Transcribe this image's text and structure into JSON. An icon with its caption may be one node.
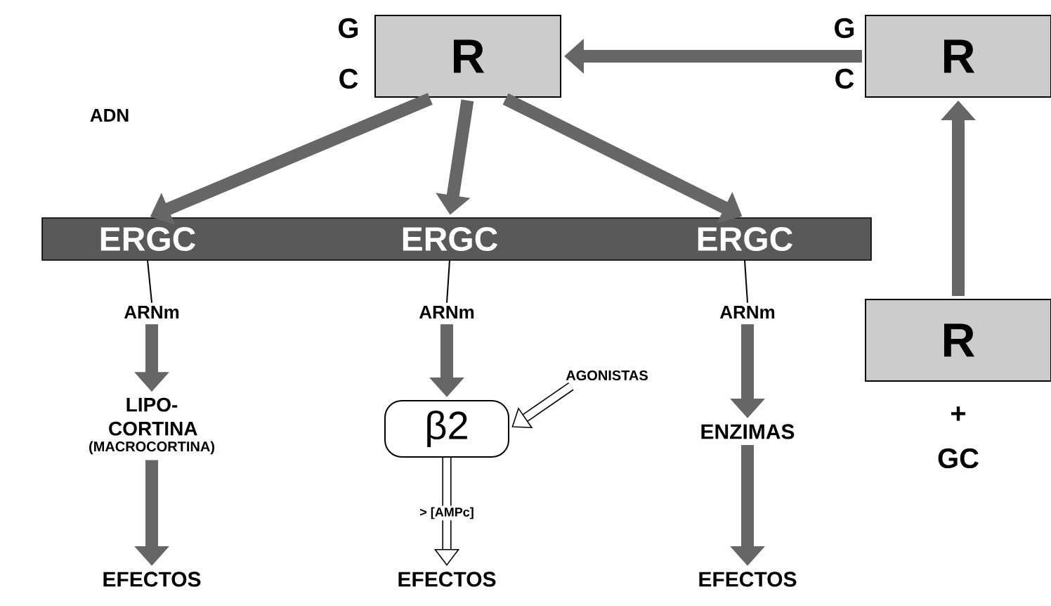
{
  "diagram": {
    "nodes": [
      {
        "text": [
          "R"
        ],
        "beside": [
          "G",
          "C"
        ]
      },
      {
        "text": [
          "R"
        ],
        "beside": [
          "G",
          "C"
        ]
      },
      {
        "text": [
          "R"
        ],
        "beside": [
          "+",
          "GC"
        ]
      },
      {
        "text": [],
        "shape": "bar"
      },
      {
        "text": [
          "ERGC"
        ],
        "in": 3
      },
      {
        "text": [
          "ERGC"
        ],
        "in": 3
      },
      {
        "text": [
          "ERGC"
        ],
        "in": 3
      },
      {
        "text": [
          "ARNm"
        ]
      },
      {
        "text": [
          "ARNm"
        ]
      },
      {
        "text": [
          "ARNm"
        ]
      },
      {
        "text": [
          "LIPO- CORTINA",
          "(MACROCORTINA)"
        ]
      },
      {
        "text": [
          "β2"
        ]
      },
      {
        "text": [
          "AGONISTAS"
        ]
      },
      {
        "text": [
          "ENZIMAS"
        ]
      },
      {
        "text": [
          "EFECTOS"
        ]
      },
      {
        "text": [
          "EFECTOS"
        ]
      },
      {
        "text": [
          "EFECTOS"
        ]
      }
    ],
    "edges": [
      {
        "from": 1,
        "to": 0,
        "arrow": "to"
      },
      {
        "from": 2,
        "to": 1,
        "arrow": "to"
      },
      {
        "from": 0,
        "to": 4,
        "arrow": "to"
      },
      {
        "from": 0,
        "to": 5,
        "arrow": "to"
      },
      {
        "from": 0,
        "to": 6,
        "arrow": "to"
      },
      {
        "from": 4,
        "to": 7,
        "arrow": "none",
        "color": "#000000"
      },
      {
        "from": 5,
        "to": 8,
        "arrow": "none",
        "color": "#000000"
      },
      {
        "from": 6,
        "to": 9,
        "arrow": "none",
        "color": "#000000"
      },
      {
        "from": 7,
        "to": 10,
        "arrow": "to"
      },
      {
        "from": 8,
        "to": 11,
        "arrow": "to"
      },
      {
        "from": 9,
        "to": 13,
        "arrow": "to"
      },
      {
        "from": 12,
        "to": 11,
        "arrow": "to",
        "color": "#000000"
      },
      {
        "from": 10,
        "to": 14,
        "arrow": "to"
      },
      {
        "from": 11,
        "to": 15,
        "arrow": "to",
        "color": "#000000",
        "label": "> [AMPc]"
      },
      {
        "from": 13,
        "to": 16,
        "arrow": "to"
      }
    ],
    "labels": [
      "ADN"
    ]
  }
}
